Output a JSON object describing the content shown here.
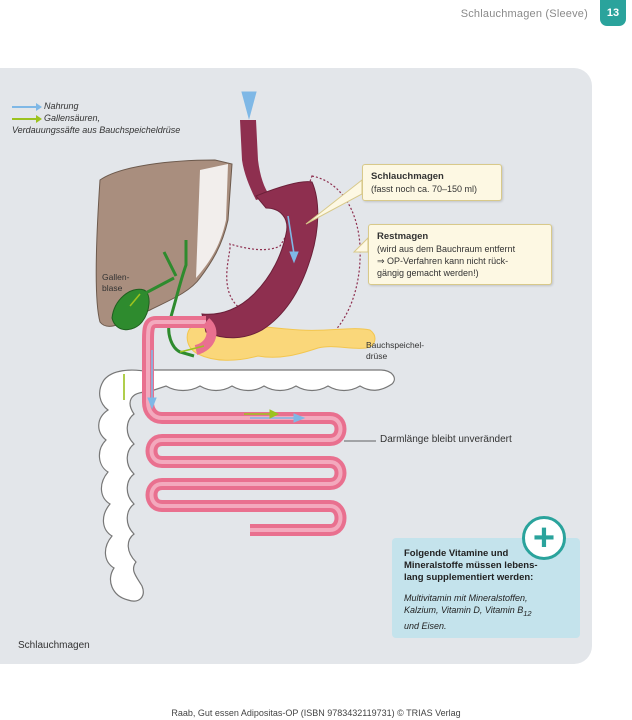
{
  "header": {
    "running_title": "Schlauchmagen (Sleeve)",
    "page_number": "13"
  },
  "legend": {
    "nahrung": "Nahrung",
    "galle": "Gallensäuren,",
    "galle_2": "Verdauungssäfte aus Bauchspeicheldrüse"
  },
  "callouts": {
    "schlauch_title": "Schlauchmagen",
    "schlauch_text": "(fasst noch ca. 70–150 ml)",
    "rest_title": "Restmagen",
    "rest_line1": "(wird aus dem Bauchraum entfernt",
    "rest_line2": "⇒ OP-Verfahren kann nicht rück-",
    "rest_line3": "gängig gemacht werden!)"
  },
  "labels": {
    "gallen_1": "Gallen-",
    "gallen_2": "blase",
    "bauch_1": "Bauchspeichel-",
    "bauch_2": "drüse",
    "darm": "Darmlänge bleibt unverändert"
  },
  "infobox": {
    "head_1": "Folgende Vitamine und",
    "head_2": "Mineralstoffe müssen lebens-",
    "head_3": "lang supplementiert werden:",
    "body_1": "Multivitamin mit Mineralstoffen,",
    "body_2_pre": "Kalzium, Vitamin D, Vitamin B",
    "body_2_sub": "12",
    "body_3": "und Eisen.",
    "plus_symbol": "+"
  },
  "caption": "Schlauchmagen",
  "footer": "Raab, Gut essen Adipositas-OP (ISBN 9783432119731) © TRIAS Verlag",
  "colors": {
    "accent_teal": "#2aa39c",
    "panel_grey": "#e3e6ea",
    "stomach": "#8e2f4f",
    "intestine_pink": "#e9708f",
    "liver": "#a98e7e",
    "pancreas": "#fad77a",
    "gallbladder": "#2e8b2e",
    "food_arrow": "#7fb8e6",
    "bile_arrow": "#9cc21f"
  }
}
